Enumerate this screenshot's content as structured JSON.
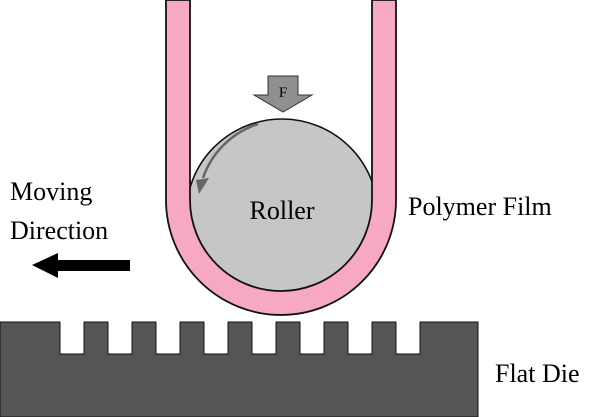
{
  "labels": {
    "force": "F",
    "roller": "Roller",
    "polymer_film": "Polymer Film",
    "moving_direction_line1": "Moving",
    "moving_direction_line2": "Direction",
    "flat_die": "Flat Die"
  },
  "colors": {
    "film_fill": "#f7a8c4",
    "film_stroke": "#111111",
    "roller_fill": "#c6c6c6",
    "force_arrow_fill": "#8f8f8f",
    "die_fill": "#555555",
    "direction_arrow": "#000000"
  }
}
